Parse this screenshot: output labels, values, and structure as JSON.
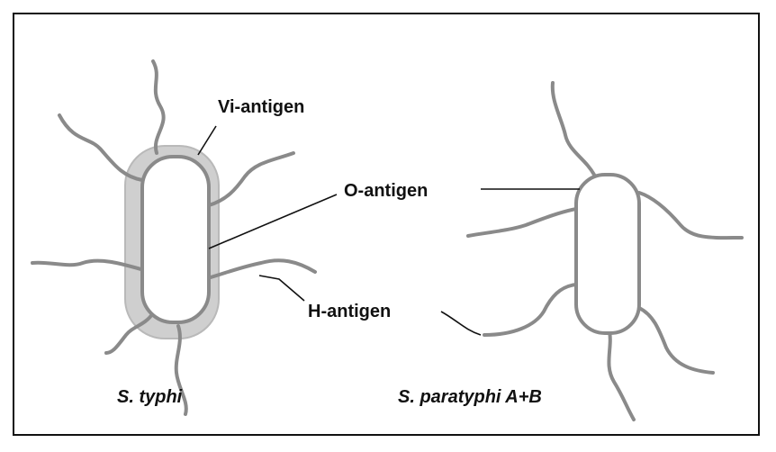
{
  "labels": {
    "vi_antigen": "Vi-antigen",
    "o_antigen": "O-antigen",
    "h_antigen": "H-antigen"
  },
  "captions": {
    "left": "S. typhi",
    "right": "S. paratyphi A+B"
  },
  "colors": {
    "outline": "#111111",
    "cell_wall": "#8a8a8a",
    "capsule": "#cfcfcf",
    "background": "#ffffff"
  }
}
